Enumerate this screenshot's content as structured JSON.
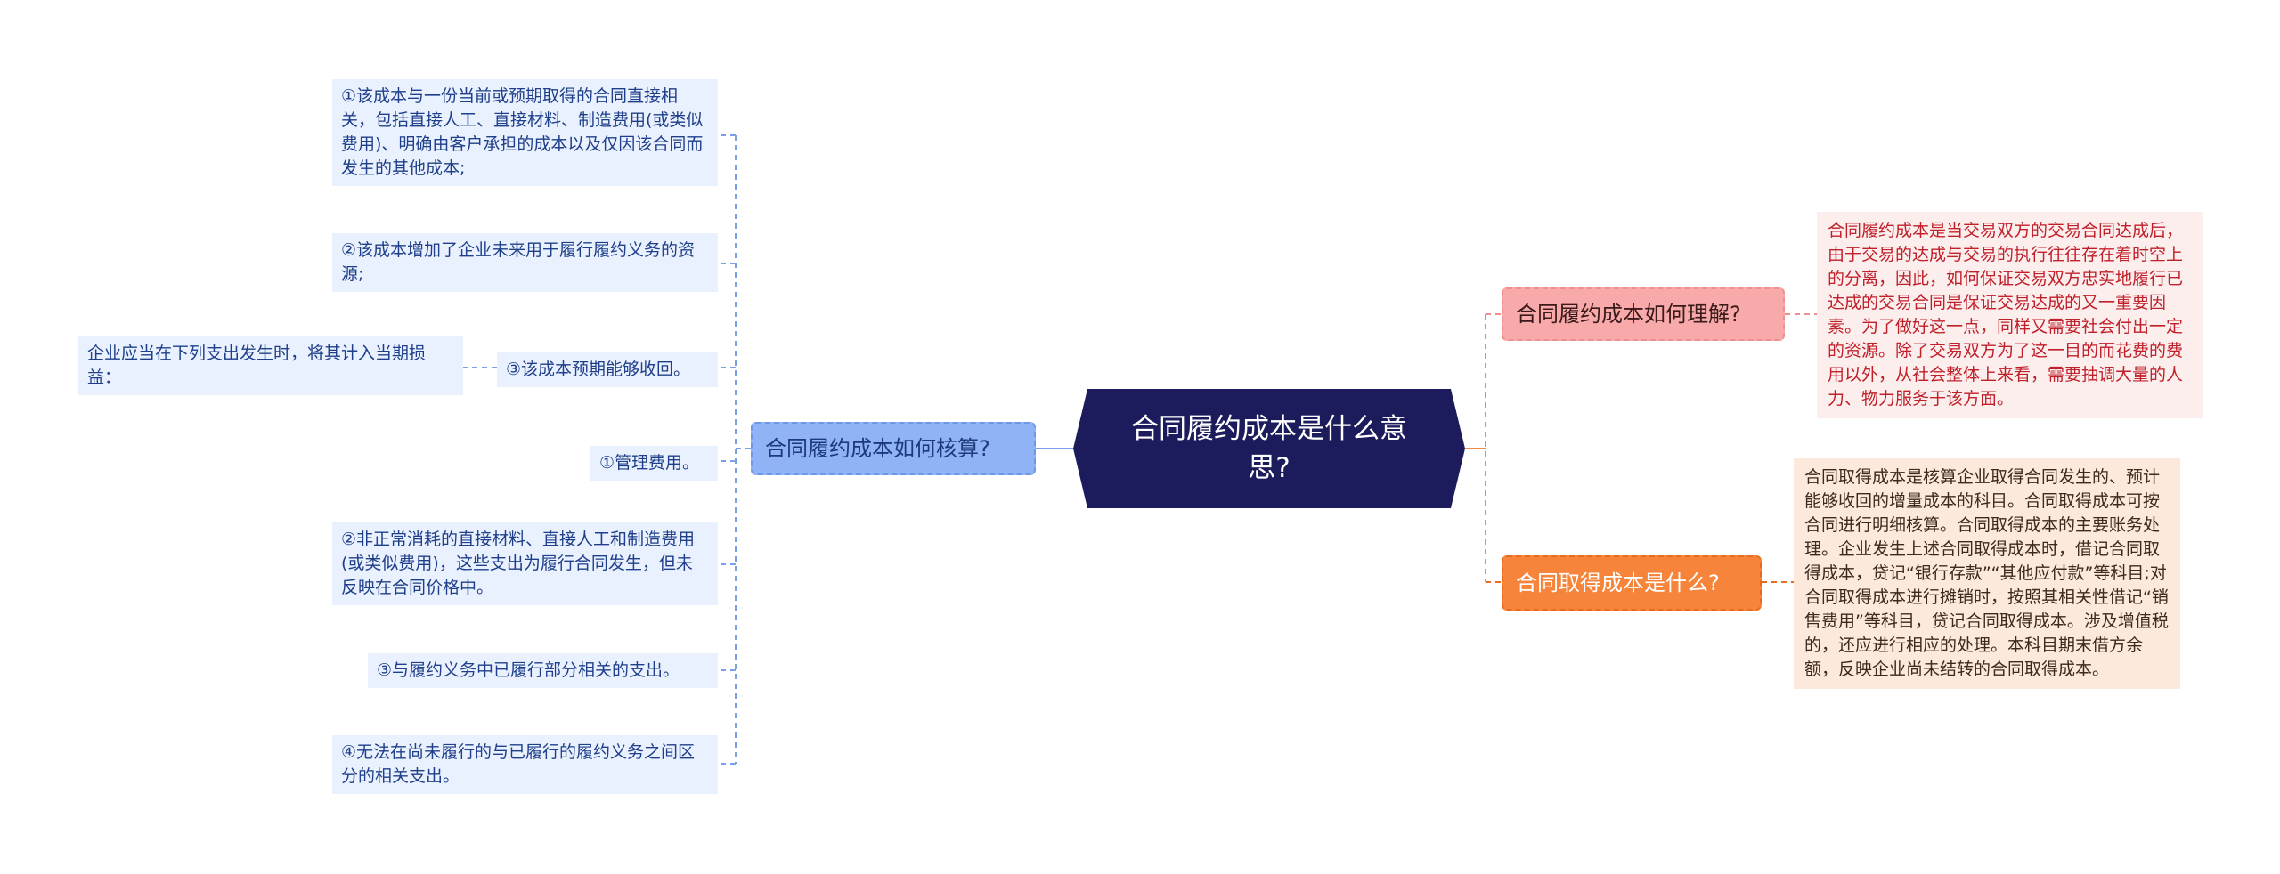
{
  "root": {
    "title": "合同履约成本是什么意思?"
  },
  "left_branch": {
    "label": "合同履约成本如何核算?",
    "items": [
      "①该成本与一份当前或预期取得的合同直接相关，包括直接人工、直接材料、制造费用(或类似费用)、明确由客户承担的成本以及仅因该合同而发生的其他成本;",
      "②该成本增加了企业未来用于履行履约义务的资源;",
      "③该成本预期能够收回。",
      "①管理费用。",
      "②非正常消耗的直接材料、直接人工和制造费用(或类似费用)，这些支出为履行合同发生，但未反映在合同价格中。",
      "③与履约义务中已履行部分相关的支出。",
      "④无法在尚未履行的与已履行的履约义务之间区分的相关支出。"
    ],
    "sub_item": "企业应当在下列支出发生时，将其计入当期损益："
  },
  "right_branch_1": {
    "label": "合同履约成本如何理解?",
    "detail": "合同履约成本是当交易双方的交易合同达成后，由于交易的达成与交易的执行往往存在着时空上的分离，因此，如何保证交易双方忠实地履行已达成的交易合同是保证交易达成的又一重要因素。为了做好这一点，同样又需要社会付出一定的资源。除了交易双方为了这一目的而花费的费用以外，从社会整体上来看，需要抽调大量的人力、物力服务于该方面。"
  },
  "right_branch_2": {
    "label": "合同取得成本是什么?",
    "detail": "合同取得成本是核算企业取得合同发生的、预计能够收回的增量成本的科目。合同取得成本可按合同进行明细核算。合同取得成本的主要账务处理。企业发生上述合同取得成本时，借记合同取得成本，贷记“银行存款”“其他应付款”等科目;对合同取得成本进行摊销时，按照其相关性借记“销售费用”等科目，贷记合同取得成本。涉及增值税的，还应进行相应的处理。本科目期末借方余额，反映企业尚未结转的合同取得成本。"
  },
  "colors": {
    "root_bg": "#1c1c5c",
    "left_branch_bg": "#8fb3f5",
    "left_leaf_bg": "#e9f1fe",
    "left_leaf_text": "#1f3f8a",
    "right1_branch_bg": "#f7aaa9",
    "right1_leaf_text": "#c0202a",
    "right2_branch_bg": "#f6853b",
    "right2_leaf_bg": "#fde9dc"
  }
}
